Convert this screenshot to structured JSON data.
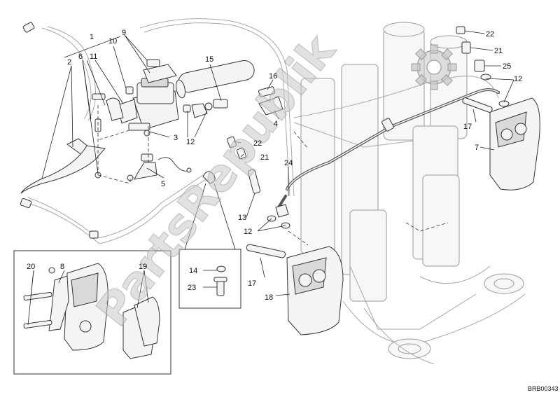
{
  "callouts": [
    {
      "id": "c1",
      "text": "1"
    },
    {
      "id": "c2",
      "text": "2"
    },
    {
      "id": "c3",
      "text": "3"
    },
    {
      "id": "c4",
      "text": "4"
    },
    {
      "id": "c5",
      "text": "5"
    },
    {
      "id": "c6",
      "text": "6"
    },
    {
      "id": "c7",
      "text": "7"
    },
    {
      "id": "c8",
      "text": "8"
    },
    {
      "id": "c9",
      "text": "9"
    },
    {
      "id": "c10",
      "text": "10"
    },
    {
      "id": "c11",
      "text": "11"
    },
    {
      "id": "c12a",
      "text": "12"
    },
    {
      "id": "c12b",
      "text": "12"
    },
    {
      "id": "c12c",
      "text": "12"
    },
    {
      "id": "c13",
      "text": "13"
    },
    {
      "id": "c14",
      "text": "14"
    },
    {
      "id": "c15",
      "text": "15"
    },
    {
      "id": "c16",
      "text": "16"
    },
    {
      "id": "c17a",
      "text": "17"
    },
    {
      "id": "c17b",
      "text": "17"
    },
    {
      "id": "c18",
      "text": "18"
    },
    {
      "id": "c19",
      "text": "19"
    },
    {
      "id": "c20",
      "text": "20"
    },
    {
      "id": "c21a",
      "text": "21"
    },
    {
      "id": "c21b",
      "text": "21"
    },
    {
      "id": "c22a",
      "text": "22"
    },
    {
      "id": "c22b",
      "text": "22"
    },
    {
      "id": "c23",
      "text": "23"
    },
    {
      "id": "c24",
      "text": "24"
    },
    {
      "id": "c25",
      "text": "25"
    }
  ],
  "watermark": "PartsRepublik",
  "drawing_code": "BRB00343",
  "icons": {
    "watermark_logo": "gear-icon"
  }
}
